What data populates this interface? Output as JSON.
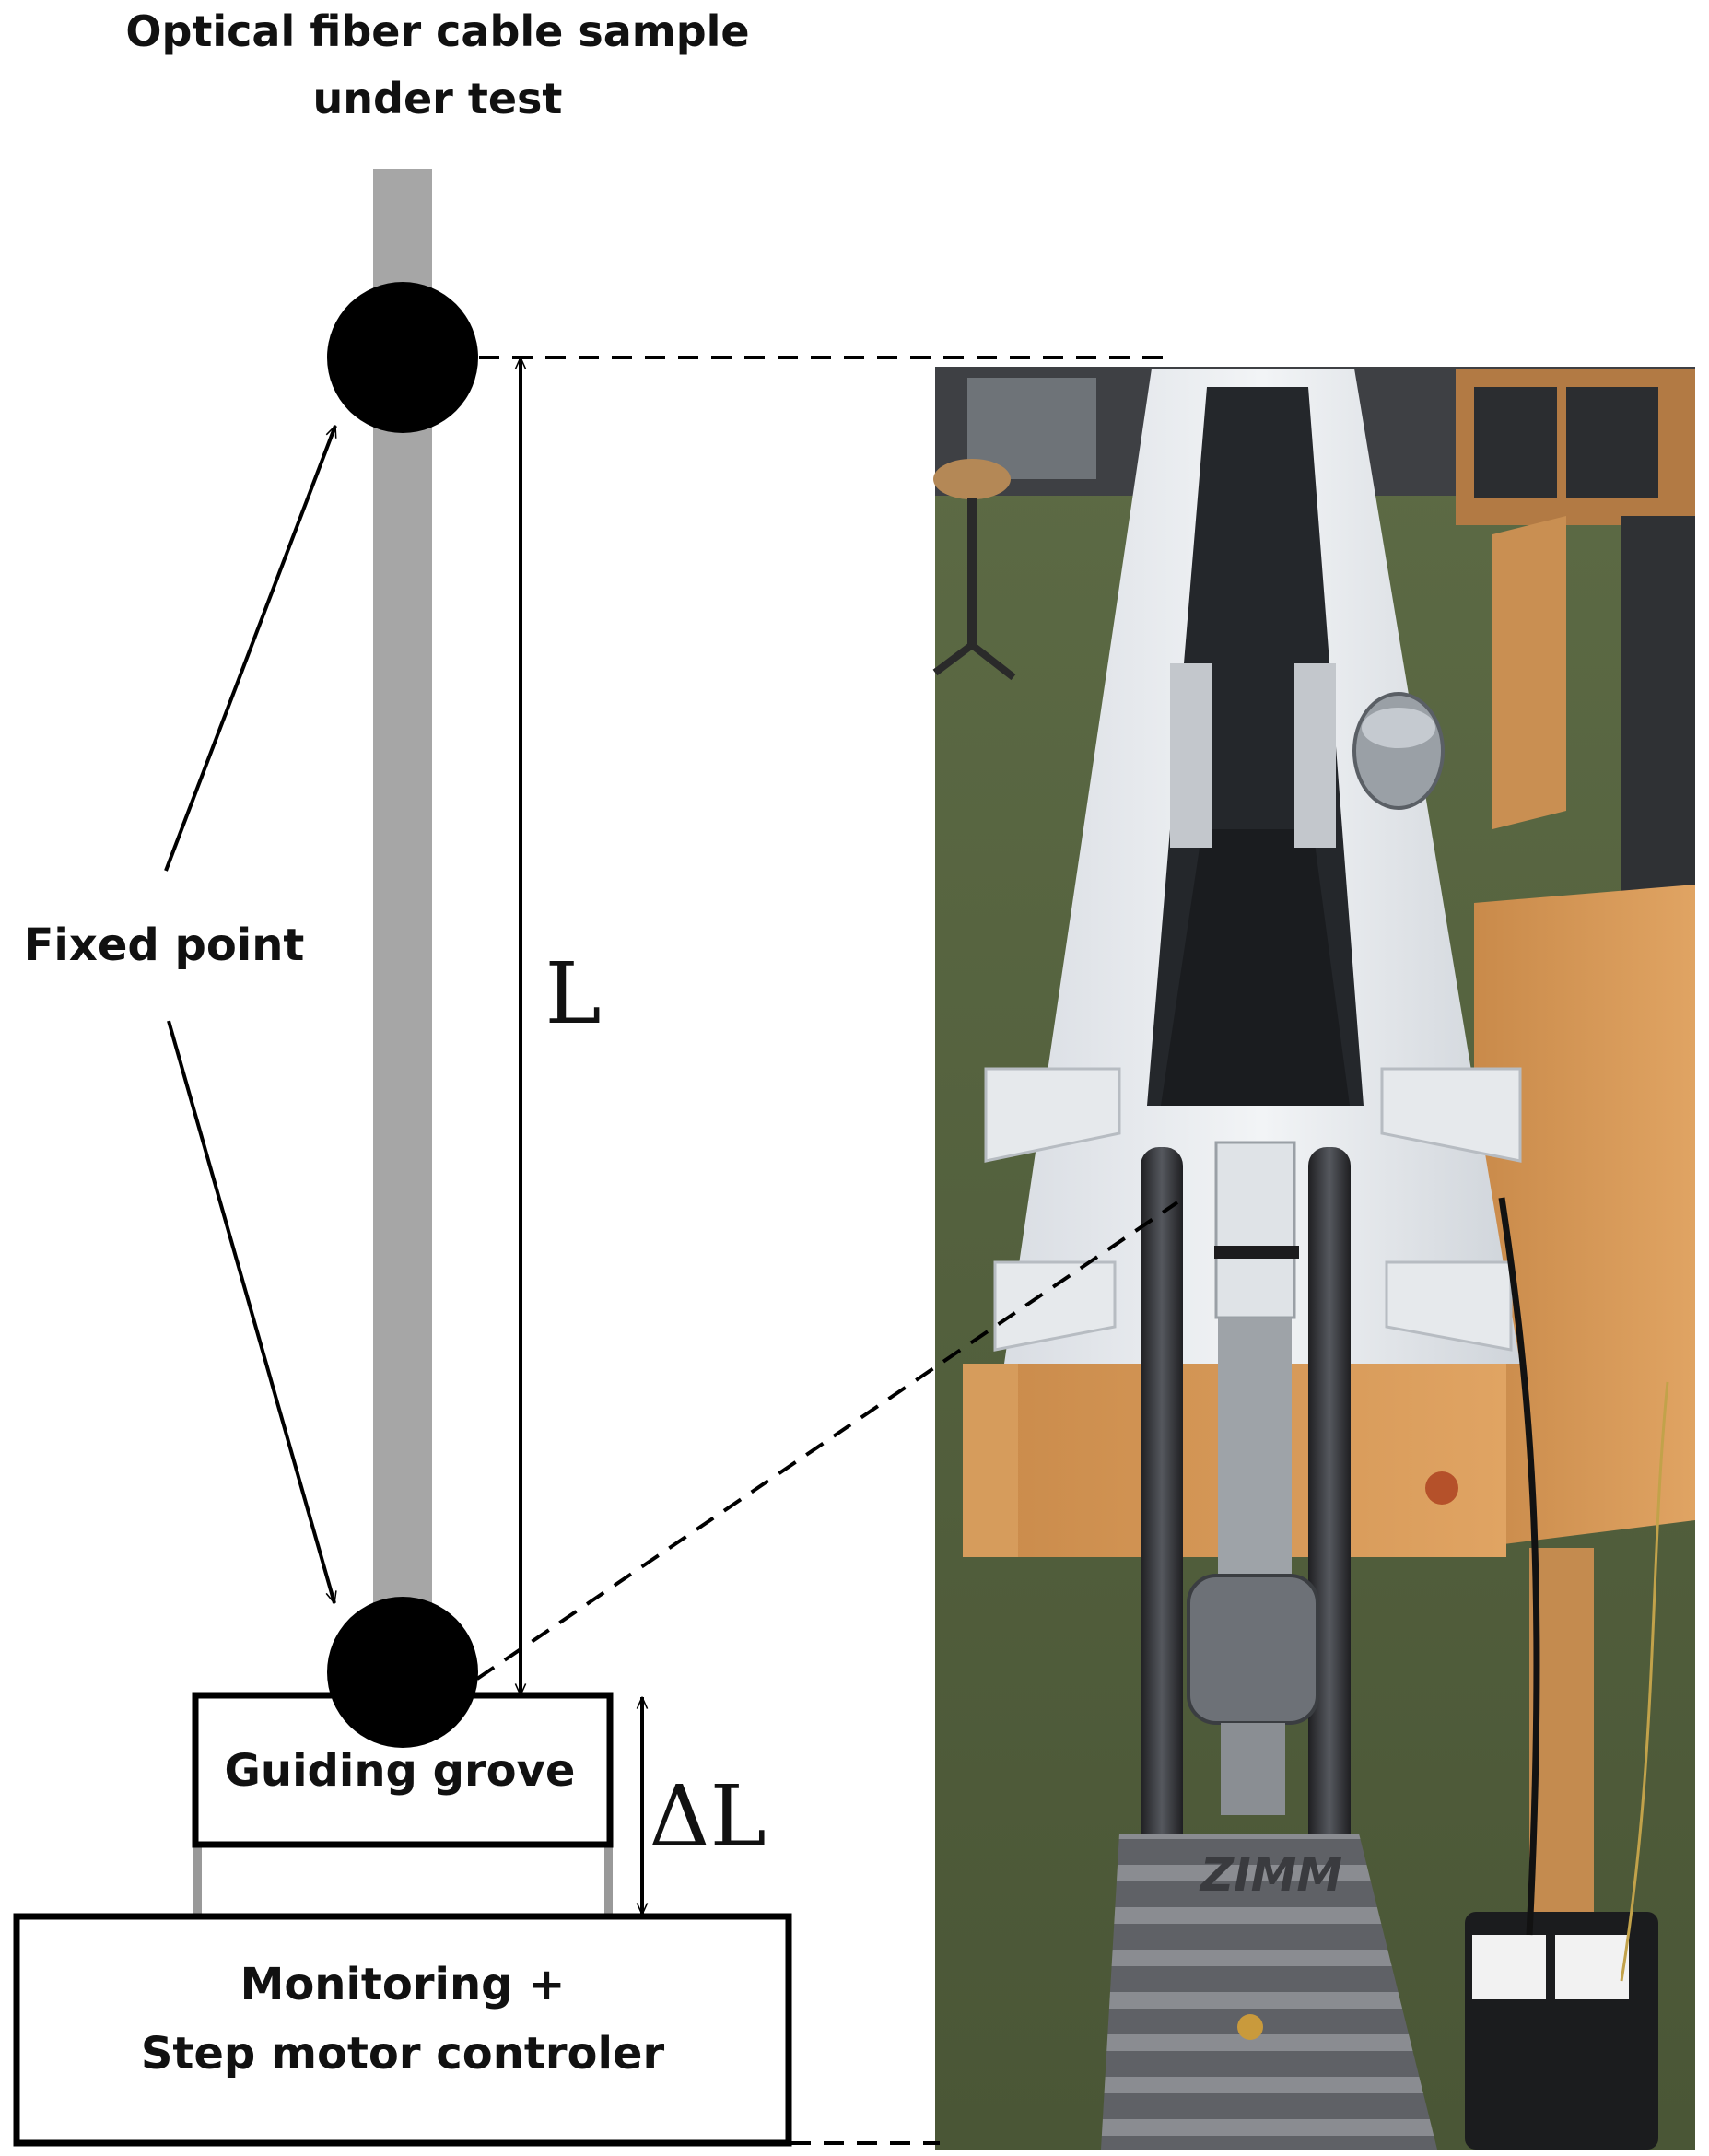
{
  "diagram": {
    "title_line1": "Optical fiber cable sample",
    "title_line2": "under test",
    "fixed_point_label": "Fixed point",
    "length_symbol": "L",
    "delta_length_symbol": "ΔL",
    "guiding_label": "Guiding grove",
    "controller_line1": "Monitoring +",
    "controller_line2": "Step motor controler",
    "photo_brand_text": "ZIMM"
  },
  "colors": {
    "cable": "#a6a6a6",
    "fixed_point": "#000000",
    "line": "#000000",
    "support_posts": "#999999"
  }
}
